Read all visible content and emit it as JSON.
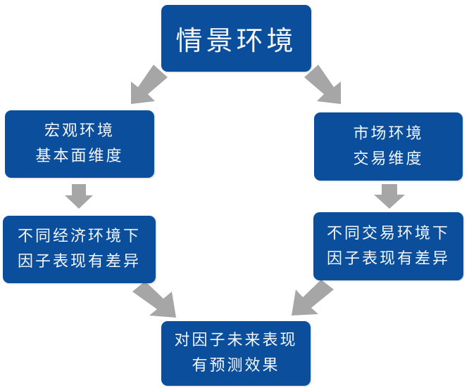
{
  "diagram": {
    "title": "情景环境",
    "nodes": {
      "macro": {
        "lines": [
          "宏观环境",
          "基本面维度"
        ]
      },
      "market": {
        "lines": [
          "市场环境",
          "交易维度"
        ]
      },
      "macro_result": {
        "lines": [
          "不同经济环境下",
          "因子表现有差异"
        ]
      },
      "market_result": {
        "lines": [
          "不同交易环境下",
          "因子表现有差异"
        ]
      },
      "conclusion": {
        "lines": [
          "对因子未来表现",
          "有预测效果"
        ]
      }
    },
    "edges": [
      {
        "from": "title",
        "to": "macro"
      },
      {
        "from": "title",
        "to": "market"
      },
      {
        "from": "macro",
        "to": "macro_result"
      },
      {
        "from": "market",
        "to": "market_result"
      },
      {
        "from": "macro_result",
        "to": "conclusion"
      },
      {
        "from": "market_result",
        "to": "conclusion"
      }
    ],
    "colors": {
      "box": "#0b4f9c",
      "text": "#f4f6fa",
      "arrow": "#a6a6a6"
    }
  }
}
